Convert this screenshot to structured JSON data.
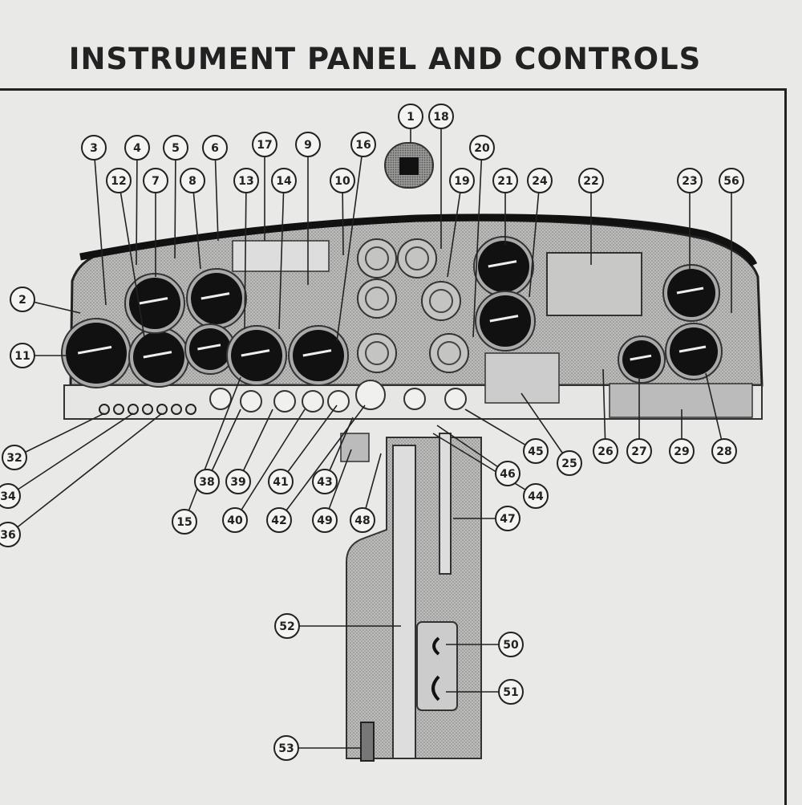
{
  "title": "INSTRUMENT PANEL AND CONTROLS",
  "callouts": [
    "1",
    "2",
    "3",
    "4",
    "5",
    "6",
    "7",
    "8",
    "9",
    "10",
    "11",
    "12",
    "13",
    "14",
    "15",
    "16",
    "17",
    "18",
    "19",
    "20",
    "21",
    "22",
    "23",
    "24",
    "25",
    "26",
    "27",
    "28",
    "29",
    "32",
    "34",
    "36",
    "38",
    "39",
    "40",
    "41",
    "42",
    "43",
    "44",
    "45",
    "46",
    "47",
    "48",
    "49",
    "50",
    "51",
    "52",
    "53",
    "56"
  ]
}
